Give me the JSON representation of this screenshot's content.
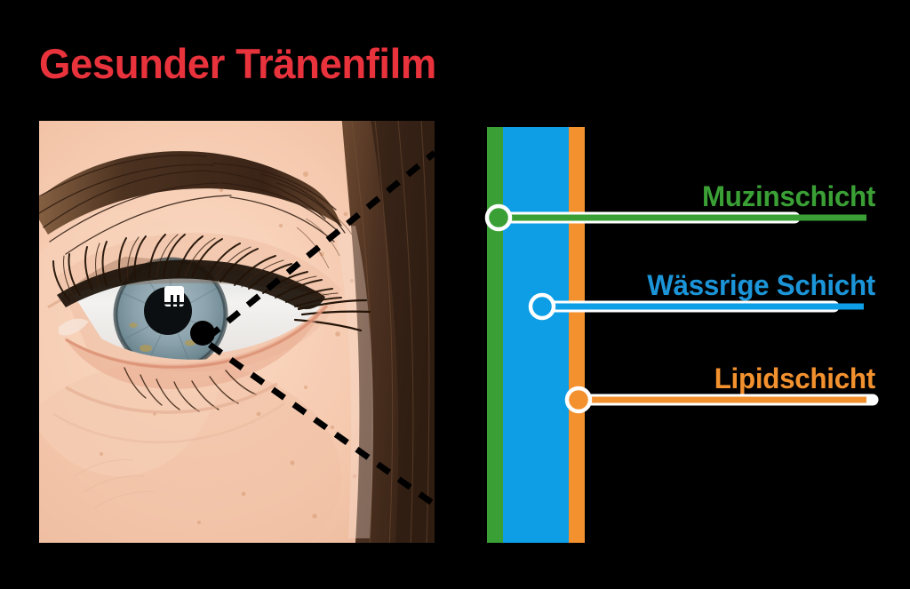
{
  "page": {
    "title": "Gesunder Tränenfilm",
    "title_color": "#e8323c",
    "background_color": "#000000"
  },
  "photo": {
    "alt": "Nahaufnahme eines menschlichen Auges mit Augenbraue und Wimpern",
    "marker_dot": "black-dot-marker",
    "leader_lines": "dashed-black-lines"
  },
  "diagram": {
    "name": "tear-film-layer-diagram",
    "bands": [
      {
        "id": "mucin",
        "name": "Muzinschicht",
        "color": "#3aa035"
      },
      {
        "id": "aqueous",
        "name": "Wässrige Schicht",
        "color": "#0d9ee6"
      },
      {
        "id": "lipid",
        "name": "Lipidschicht",
        "color": "#f3912f"
      }
    ]
  },
  "callouts": [
    {
      "id": "mucin",
      "label": "Muzinschicht",
      "color": "#3aa035",
      "text_color": "#3aa035",
      "marker": "filled-circle"
    },
    {
      "id": "aqueous",
      "label": "Wässrige Schicht",
      "color": "#0d9ee6",
      "text_color": "#1b95d8",
      "marker": "hollow-circle"
    },
    {
      "id": "lipid",
      "label": "Lipidschicht",
      "color": "#f3912f",
      "text_color": "#f3912f",
      "marker": "filled-circle"
    }
  ]
}
